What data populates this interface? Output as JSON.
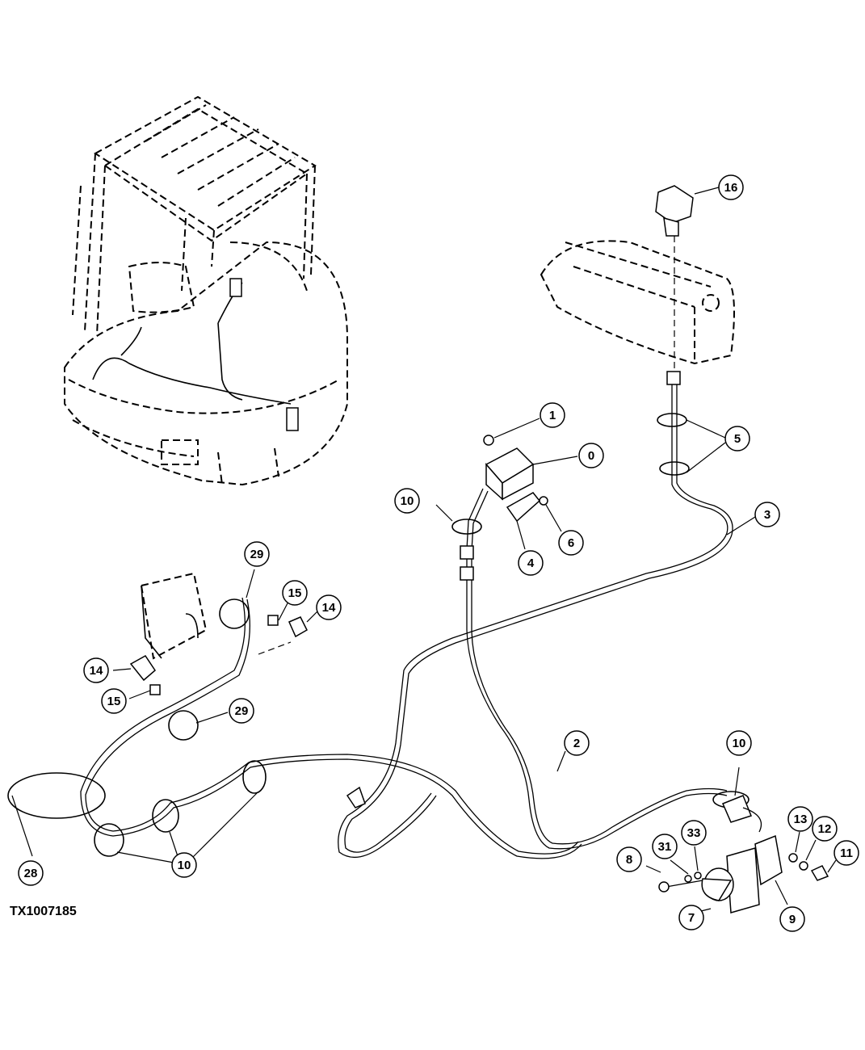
{
  "diagram": {
    "figure_code": "TX1007185",
    "callouts": [
      {
        "label": "16"
      },
      {
        "label": "1"
      },
      {
        "label": "0"
      },
      {
        "label": "5"
      },
      {
        "label": "10"
      },
      {
        "label": "3"
      },
      {
        "label": "6"
      },
      {
        "label": "4"
      },
      {
        "label": "29"
      },
      {
        "label": "15"
      },
      {
        "label": "14"
      },
      {
        "label": "14"
      },
      {
        "label": "15"
      },
      {
        "label": "29"
      },
      {
        "label": "2"
      },
      {
        "label": "10"
      },
      {
        "label": "28"
      },
      {
        "label": "10"
      },
      {
        "label": "13"
      },
      {
        "label": "12"
      },
      {
        "label": "11"
      },
      {
        "label": "8"
      },
      {
        "label": "31"
      },
      {
        "label": "33"
      },
      {
        "label": "7"
      },
      {
        "label": "9"
      }
    ]
  }
}
